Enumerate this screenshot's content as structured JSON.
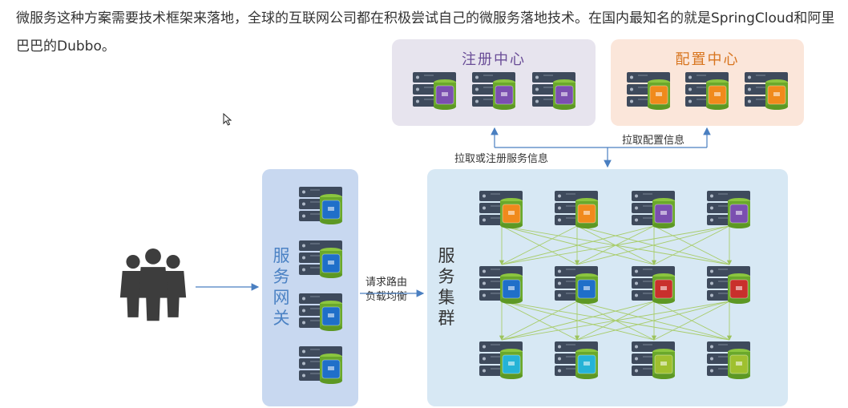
{
  "intro": {
    "text": "微服务这种方案需要技术框架来落地，全球的互联网公司都在积极尝试自己的微服务落地技术。在国内最知名的就是SpringCloud和阿里巴巴的Dubbo。"
  },
  "registry": {
    "title": "注册中心",
    "server_color": "#7b4fb0"
  },
  "config": {
    "title": "配置中心",
    "server_color": "#f08a1c"
  },
  "gateway": {
    "title": "服务网关",
    "server_color": "#1f6fc9"
  },
  "cluster": {
    "title": "服务集群",
    "rows": [
      [
        "#f08a1c",
        "#f08a1c",
        "#7b4fb0",
        "#7b4fb0"
      ],
      [
        "#1f6fc9",
        "#1f6fc9",
        "#c9302c",
        "#c9302c"
      ],
      [
        "#25b3d6",
        "#25b3d6",
        "#9fc02f",
        "#9fc02f"
      ]
    ]
  },
  "labels": {
    "registry_flow": "拉取或注册服务信息",
    "config_flow": "拉取配置信息",
    "route_line1": "请求路由",
    "route_line2": "负载均衡"
  },
  "colors": {
    "arrow": "#4a7fc1",
    "mesh_line": "#a8cc6a",
    "users": "#3d3d3d"
  }
}
